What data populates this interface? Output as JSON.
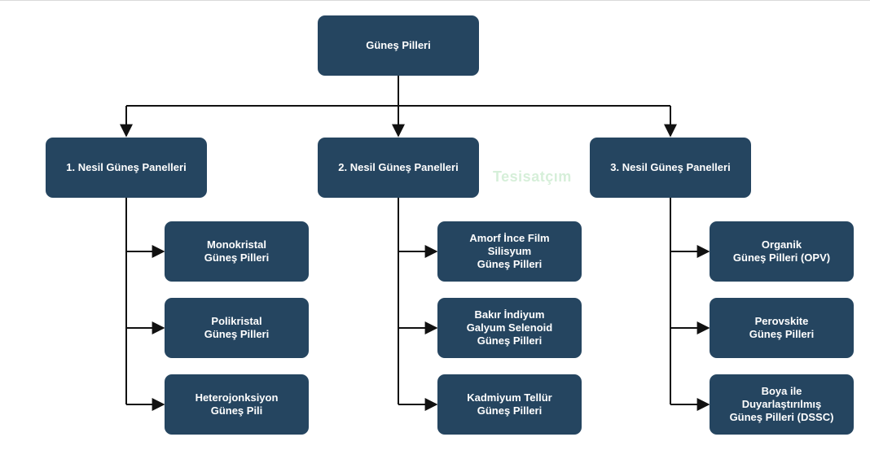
{
  "root": {
    "label": "Güneş Pilleri"
  },
  "generations": [
    {
      "label": "1. Nesil Güneş Panelleri",
      "children": [
        {
          "label": "Monokristal\nGüneş Pilleri"
        },
        {
          "label": "Polikristal\nGüneş Pilleri"
        },
        {
          "label": "Heterojonksiyon\nGüneş Pili"
        }
      ]
    },
    {
      "label": "2. Nesil Güneş Panelleri",
      "children": [
        {
          "label": "Amorf İnce Film\nSilisyum\nGüneş Pilleri"
        },
        {
          "label": "Bakır İndiyum\nGalyum Selenoid\nGüneş Pilleri"
        },
        {
          "label": "Kadmiyum Tellür\nGüneş Pilleri"
        }
      ]
    },
    {
      "label": "3. Nesil Güneş Panelleri",
      "children": [
        {
          "label": "Organik\nGüneş Pilleri (OPV)"
        },
        {
          "label": "Perovskite\nGüneş Pilleri"
        },
        {
          "label": "Boya ile\nDuyarlaştırılmış\nGüneş Pilleri (DSSC)"
        }
      ]
    }
  ],
  "watermark": {
    "text": "Tesisatçım"
  },
  "colors": {
    "box": "#254560",
    "text": "#ffffff",
    "line": "#111111"
  }
}
